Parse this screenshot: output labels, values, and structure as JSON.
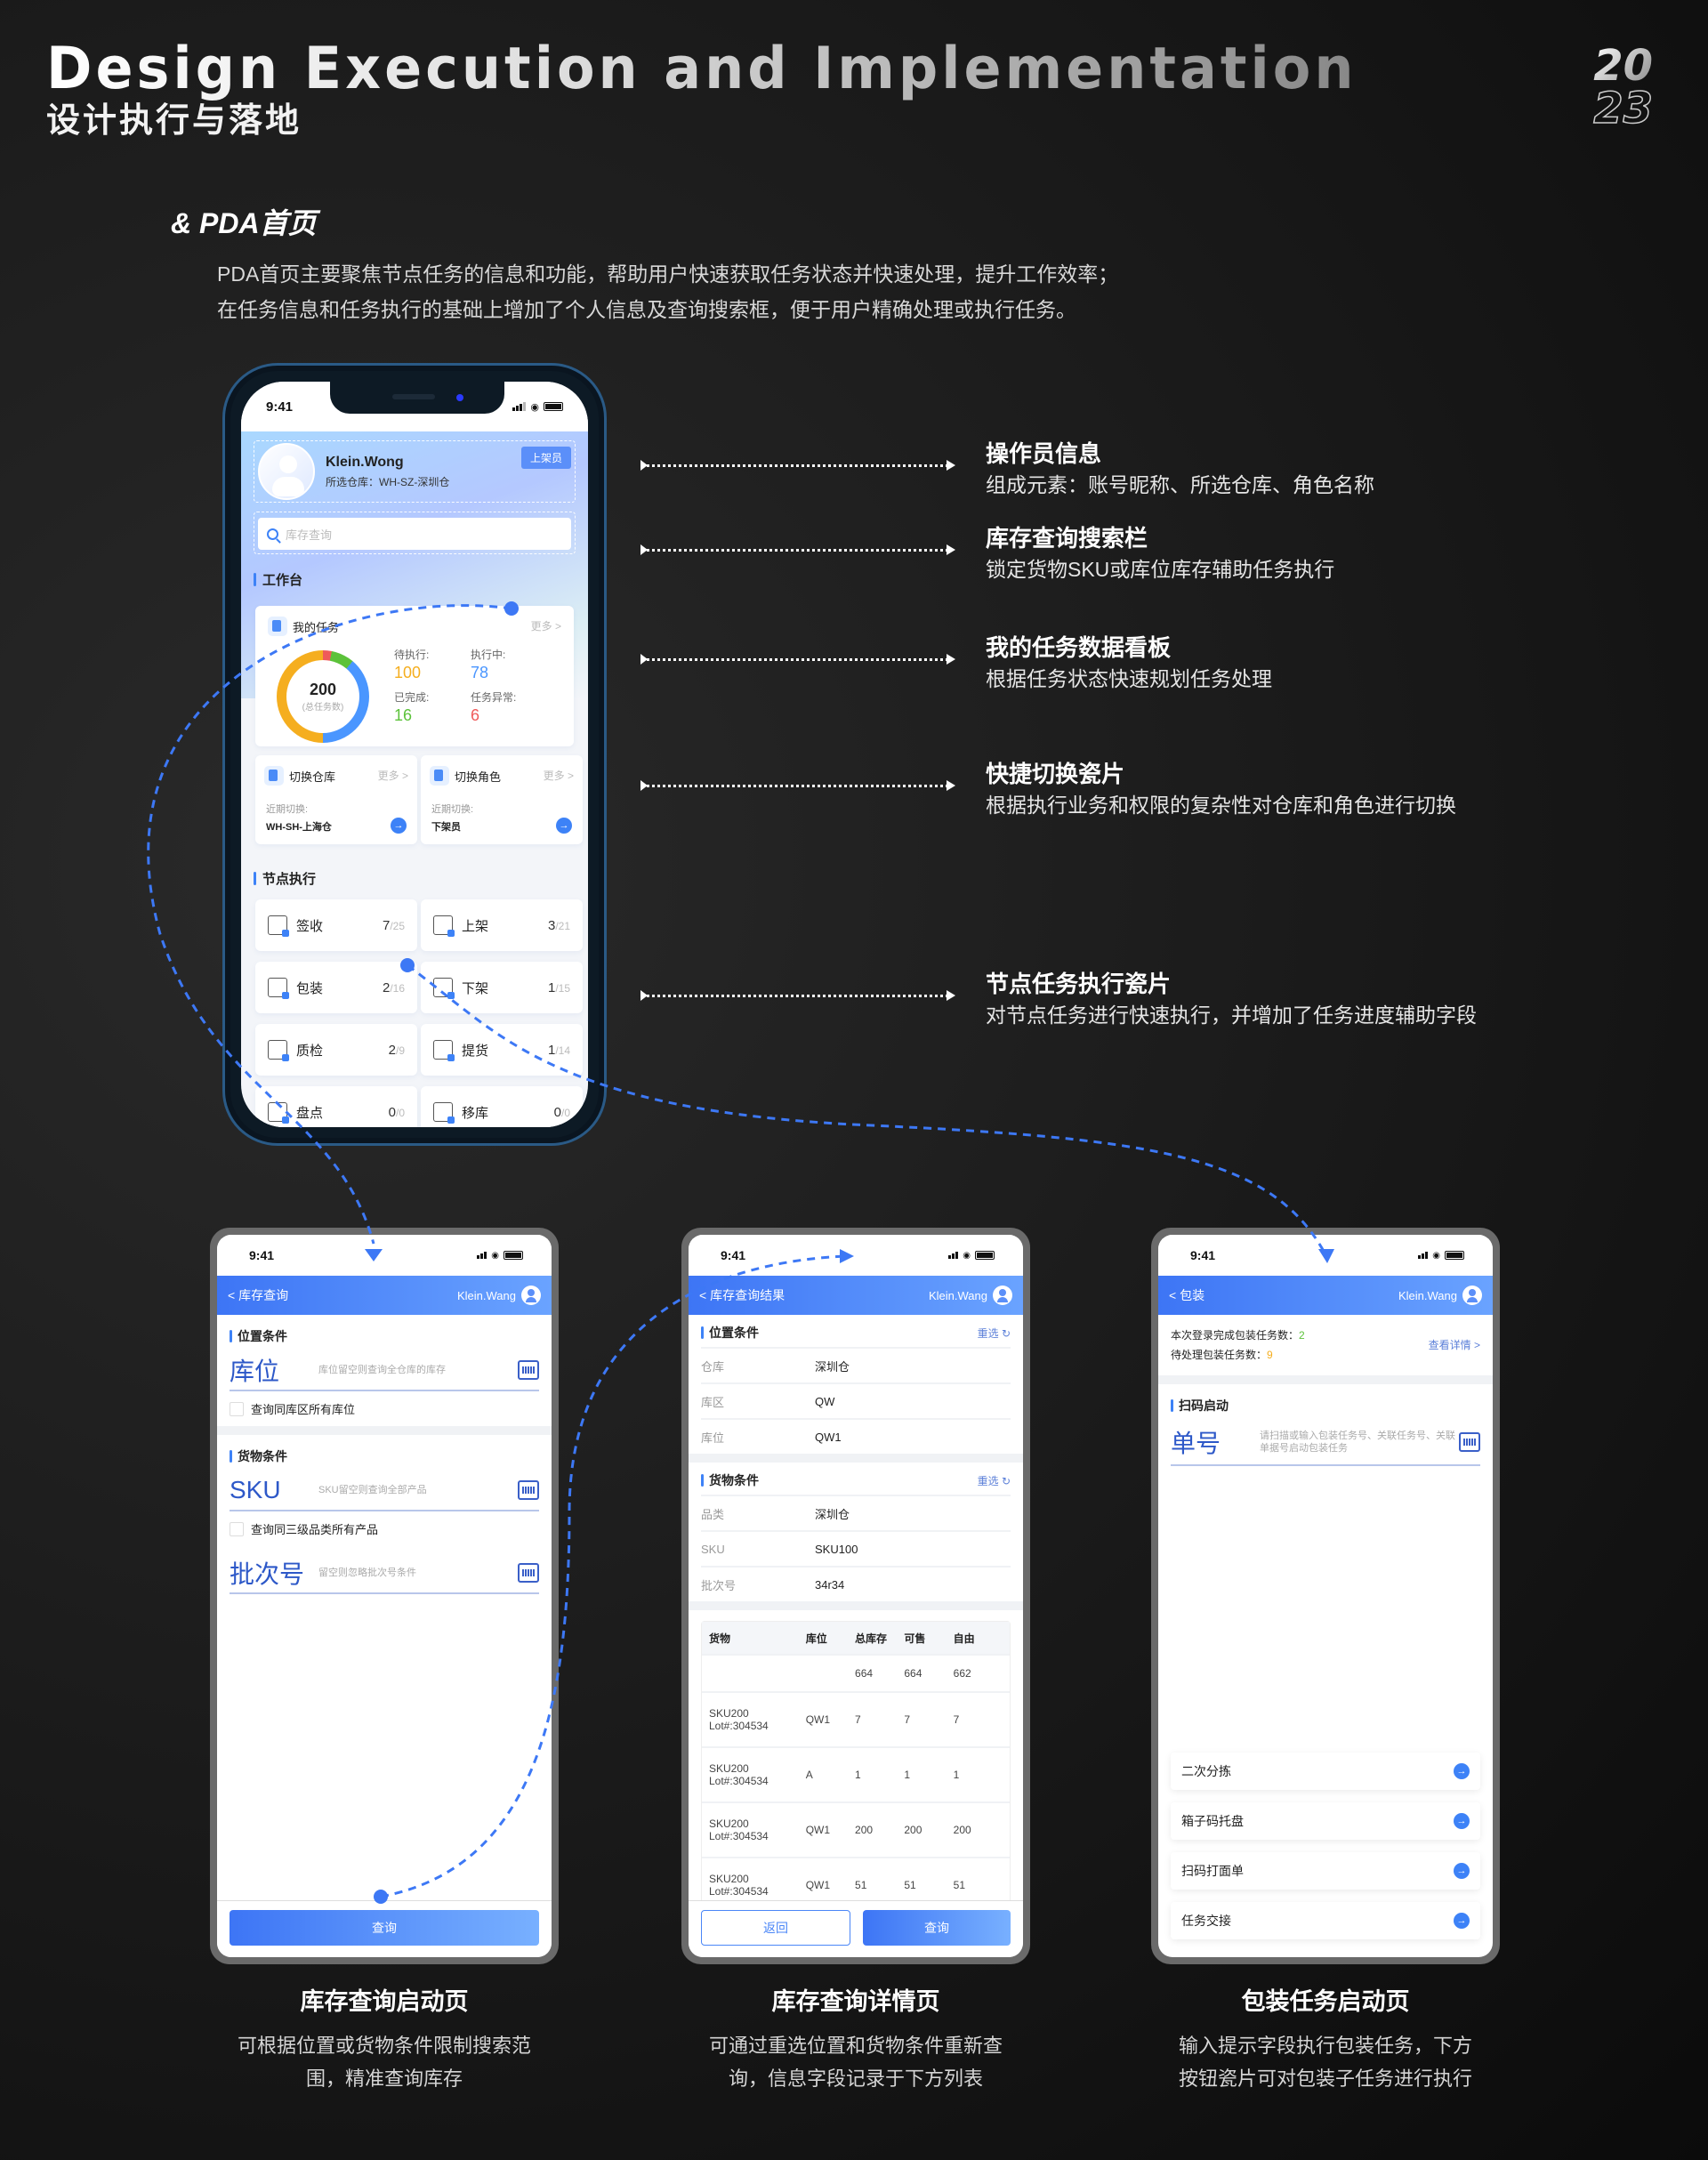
{
  "header": {
    "title_en": "Design Execution and Implementation",
    "title_cn": "设计执行与落地",
    "year_top": "20",
    "year_bottom": "23"
  },
  "section": {
    "title": "& PDA首页",
    "intro_line1": "PDA首页主要聚焦节点任务的信息和功能，帮助用户快速获取任务状态并快速处理，提升工作效率；",
    "intro_line2": "在任务信息和任务执行的基础上增加了个人信息及查询搜索框，便于用户精确处理或执行任务。"
  },
  "main_phone": {
    "time": "9:41",
    "user": {
      "name": "Klein.Wong",
      "warehouse": "所选仓库：WH-SZ-深圳仓",
      "role": "上架员"
    },
    "search_placeholder": "库存查询",
    "workbench_title": "工作台",
    "my_tasks": {
      "title": "我的任务",
      "more": "更多 >",
      "total": "200",
      "total_label": "(总任务数)",
      "stats": [
        {
          "label": "待执行:",
          "value": "100",
          "color": "#f5ae1f"
        },
        {
          "label": "执行中:",
          "value": "78",
          "color": "#4a96ff"
        },
        {
          "label": "已完成:",
          "value": "16",
          "color": "#5cc23a"
        },
        {
          "label": "任务异常:",
          "value": "6",
          "color": "#ef5a5a"
        }
      ]
    },
    "switch_cards": [
      {
        "title": "切换仓库",
        "more": "更多 >",
        "recent_label": "近期切换:",
        "recent_value": "WH-SH-上海仓"
      },
      {
        "title": "切换角色",
        "more": "更多 >",
        "recent_label": "近期切换:",
        "recent_value": "下架员"
      }
    ],
    "node_title": "节点执行",
    "nodes": [
      {
        "label": "签收",
        "done": "7",
        "total": "/25"
      },
      {
        "label": "上架",
        "done": "3",
        "total": "/21"
      },
      {
        "label": "包装",
        "done": "2",
        "total": "/16"
      },
      {
        "label": "下架",
        "done": "1",
        "total": "/15"
      },
      {
        "label": "质检",
        "done": "2",
        "total": "/9"
      },
      {
        "label": "提货",
        "done": "1",
        "total": "/14"
      },
      {
        "label": "盘点",
        "done": "0",
        "total": "/0"
      },
      {
        "label": "移库",
        "done": "0",
        "total": "/0"
      }
    ]
  },
  "annotations": [
    {
      "title": "操作员信息",
      "desc": "组成元素：账号昵称、所选仓库、角色名称"
    },
    {
      "title": "库存查询搜索栏",
      "desc": "锁定货物SKU或库位库存辅助任务执行"
    },
    {
      "title": "我的任务数据看板",
      "desc": "根据任务状态快速规划任务处理"
    },
    {
      "title": "快捷切换瓷片",
      "desc": "根据执行业务和权限的复杂性对仓库和角色进行切换"
    },
    {
      "title": "节点任务执行瓷片",
      "desc": "对节点任务进行快速执行，并增加了任务进度辅助字段"
    }
  ],
  "phone_query": {
    "time": "9:41",
    "nav_title": "< 库存查询",
    "user": "Klein.Wang",
    "location_title": "位置条件",
    "location_field": "库位",
    "location_placeholder": "库位留空则查询全仓库的库存",
    "location_check": "查询同库区所有库位",
    "goods_title": "货物条件",
    "sku_field": "SKU",
    "sku_placeholder": "SKU留空则查询全部产品",
    "sku_check": "查询同三级品类所有产品",
    "batch_field": "批次号",
    "batch_placeholder": "留空则忽略批次号条件",
    "query_button": "查询"
  },
  "phone_result": {
    "time": "9:41",
    "nav_title": "< 库存查询结果",
    "user": "Klein.Wang",
    "location_title": "位置条件",
    "reset": "重选 ↻",
    "location_rows": [
      {
        "k": "仓库",
        "v": "深圳仓"
      },
      {
        "k": "库区",
        "v": "QW"
      },
      {
        "k": "库位",
        "v": "QW1"
      }
    ],
    "goods_title": "货物条件",
    "goods_rows": [
      {
        "k": "品类",
        "v": "深圳仓"
      },
      {
        "k": "SKU",
        "v": "SKU100"
      },
      {
        "k": "批次号",
        "v": "34r34"
      }
    ],
    "table": {
      "headers": [
        "货物",
        "库位",
        "总库存",
        "可售",
        "自由"
      ],
      "rows": [
        [
          "",
          "",
          "664",
          "664",
          "662"
        ],
        [
          "SKU200 Lot#:304534",
          "QW1",
          "7",
          "7",
          "7"
        ],
        [
          "SKU200 Lot#:304534",
          "A",
          "1",
          "1",
          "1"
        ],
        [
          "SKU200 Lot#:304534",
          "QW1",
          "200",
          "200",
          "200"
        ],
        [
          "SKU200 Lot#:304534",
          "QW1",
          "51",
          "51",
          "51"
        ]
      ]
    },
    "back_button": "返回",
    "query_button": "查询"
  },
  "phone_pack": {
    "time": "9:41",
    "nav_title": "< 包装",
    "user": "Klein.Wang",
    "done_label": "本次登录完成包装任务数：",
    "done_value": "2",
    "pending_label": "待处理包装任务数：",
    "pending_value": "9",
    "detail_link": "查看详情 >",
    "scan_title": "扫码启动",
    "order_field": "单号",
    "order_placeholder": "请扫描或输入包装任务号、关联任务号、关联单据号启动包装任务",
    "actions": [
      "二次分拣",
      "箱子码托盘",
      "扫码打面单",
      "任务交接"
    ]
  },
  "captions": [
    {
      "title": "库存查询启动页",
      "line1": "可根据位置或货物条件限制搜索范",
      "line2": "围，精准查询库存"
    },
    {
      "title": "库存查询详情页",
      "line1": "可通过重选位置和货物条件重新查",
      "line2": "询，信息字段记录于下方列表"
    },
    {
      "title": "包装任务启动页",
      "line1": "输入提示字段执行包装任务，下方",
      "line2": "按钮瓷片可对包装子任务进行执行"
    }
  ],
  "colors": {
    "accent": "#3d82f7",
    "pending": "#f5ae1f",
    "running": "#4a96ff",
    "done": "#5cc23a",
    "error": "#ef5a5a"
  }
}
